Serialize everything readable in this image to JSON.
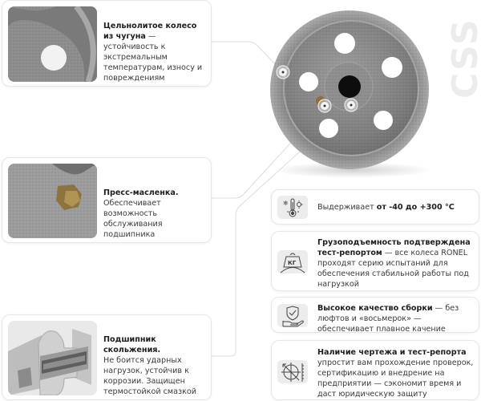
{
  "watermark": "CSS",
  "left_cards": [
    {
      "title": "Цельнолитое колесо из чугуна",
      "body": " — устойчивость к экстремальным температурам, износу и повреждениям",
      "photo": "cast-iron-wheel-closeup"
    },
    {
      "title": "Пресс-масленка.",
      "body": "Обеспечивает возможность обслуживания подшипника",
      "photo": "grease-nipple-closeup"
    },
    {
      "title": "Подшипник скольжения.",
      "body": "Не боится ударных нагрузок, устойчив к коррозии. Защищен термостойкой смазкой",
      "photo": "plain-bearing-cutaway"
    }
  ],
  "right_cards": [
    {
      "icon": "thermometer-icon",
      "prefix": "Выдерживает ",
      "title": "от -40 до +300 °C",
      "body": ""
    },
    {
      "icon": "weight-kg-icon",
      "icon_label": "КГ",
      "prefix": "",
      "title": "Грузоподъемность подтверждена тест-репортом",
      "body": " — все колеса RONEL проходят серию испытаний для обеспечения стабильной работы под нагрузкой"
    },
    {
      "icon": "shield-hand-icon",
      "prefix": "",
      "title": "Высокое качество сборки",
      "body": " — без люфтов и «восьмерок» — обеспечивает плавное качение"
    },
    {
      "icon": "drawing-icon",
      "prefix": "",
      "title": "Наличие чертежа и тест-репорта",
      "body": " упростит вам прохождение проверок, сертификацию и внедрение на предприятии — сэкономит время и даст юридическую защиту"
    }
  ],
  "colors": {
    "card_border": "#e6e6e6",
    "icon_bg": "#ececec",
    "wheel_gray": "#8c8c8c",
    "connector": "#d9d9d9"
  }
}
